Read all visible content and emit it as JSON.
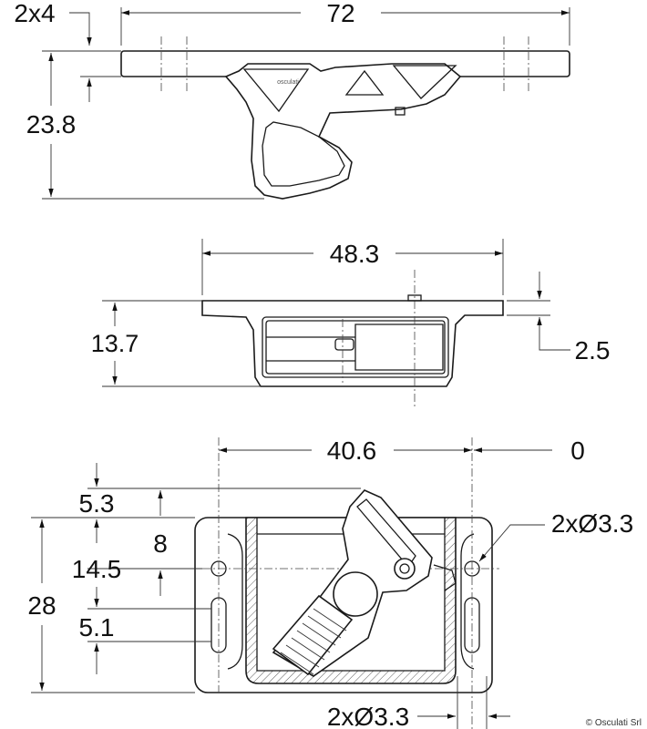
{
  "dimensions": {
    "top_holes": "2x4",
    "top_length": "72",
    "top_height": "23.8",
    "mid_length": "48.3",
    "mid_height": "13.7",
    "mid_thickness": "2.5",
    "bot_length": "40.6",
    "bot_zero": "0",
    "bot_offset_top": "5.3",
    "bot_offset_8": "8",
    "bot_offset_14": "14.5",
    "bot_height": "28",
    "bot_slot": "5.1",
    "hole_right": "2xØ3.3",
    "hole_bottom": "2xØ3.3"
  },
  "brand_mark": "osculati",
  "copyright": "© Osculati Srl"
}
